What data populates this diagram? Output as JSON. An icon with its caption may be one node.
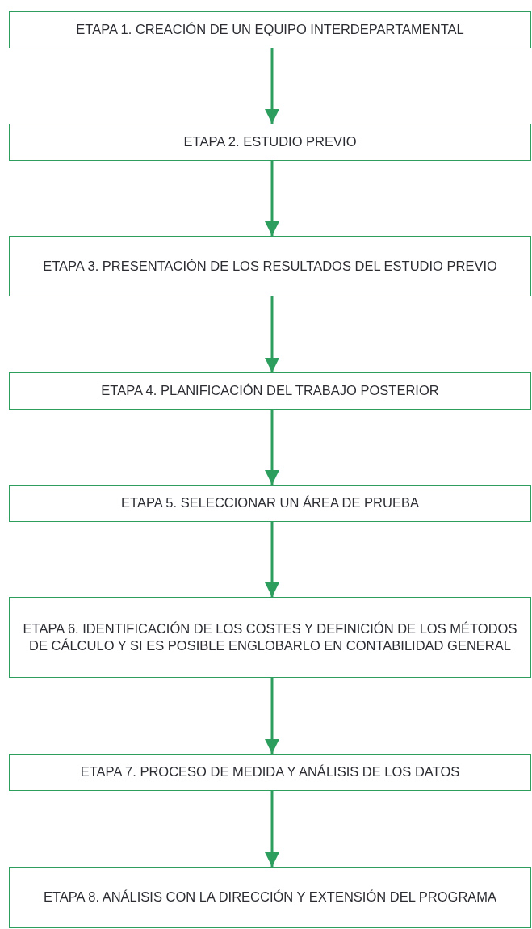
{
  "diagram": {
    "nodes": [
      {
        "text": [
          "ETAPA 1. CREACIÓN DE UN EQUIPO INTERDEPARTAMENTAL"
        ]
      },
      {
        "text": [
          "ETAPA 2. ESTUDIO PREVIO"
        ]
      },
      {
        "text": [
          "ETAPA 3. PRESENTACIÓN DE LOS RESULTADOS DEL ESTUDIO PREVIO"
        ]
      },
      {
        "text": [
          "ETAPA 4. PLANIFICACIÓN DEL TRABAJO POSTERIOR"
        ]
      },
      {
        "text": [
          "ETAPA 5. SELECCIONAR UN ÁREA DE PRUEBA"
        ]
      },
      {
        "text": [
          "ETAPA 6. IDENTIFICACIÓN DE LOS COSTES Y DEFINICIÓN DE LOS MÉTODOS DE CÁLCULO Y SI ES POSIBLE ENGLOBARLO EN CONTABILIDAD GENERAL"
        ]
      },
      {
        "text": [
          "ETAPA 7. PROCESO DE MEDIDA Y ANÁLISIS DE LOS DATOS"
        ]
      },
      {
        "text": [
          "ETAPA 8. ANÁLISIS CON LA DIRECCIÓN Y EXTENSIÓN DEL PROGRAMA"
        ]
      }
    ],
    "edges": [
      {
        "from": 0,
        "to": 1,
        "arrow": "to"
      },
      {
        "from": 1,
        "to": 2,
        "arrow": "to"
      },
      {
        "from": 2,
        "to": 3,
        "arrow": "to"
      },
      {
        "from": 3,
        "to": 4,
        "arrow": "to"
      },
      {
        "from": 4,
        "to": 5,
        "arrow": "to"
      },
      {
        "from": 5,
        "to": 6,
        "arrow": "to"
      },
      {
        "from": 6,
        "to": 7,
        "arrow": "to"
      }
    ]
  }
}
